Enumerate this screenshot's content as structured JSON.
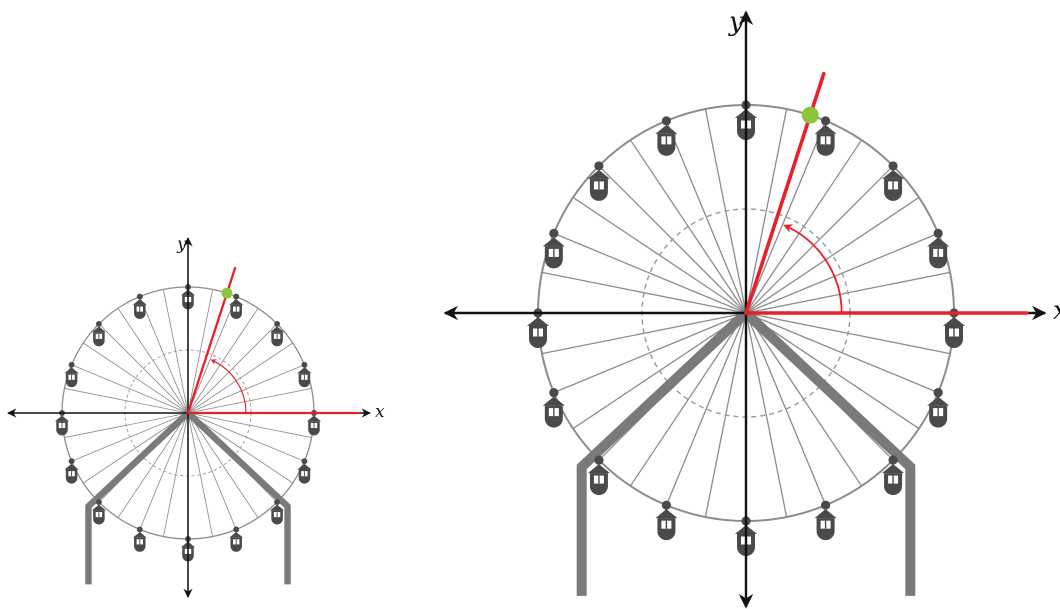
{
  "figures": [
    {
      "name": "small-ferris-wheel",
      "x_axis_label": "x",
      "y_axis_label": "y",
      "car_count": 16,
      "spoke_count": 32,
      "rider_angle_deg": 72
    },
    {
      "name": "large-ferris-wheel",
      "x_axis_label": "x",
      "y_axis_label": "y",
      "car_count": 16,
      "spoke_count": 32,
      "rider_angle_deg": 72
    }
  ],
  "colors": {
    "rim": "#8c8c8c",
    "spoke": "#8c8c8c",
    "support": "#7a7a7a",
    "car": "#4a4a4a",
    "axis": "#111111",
    "angle_ray": "#e8202a",
    "rider_marker": "#8cc43c",
    "inner_circle": "#9a9a9a"
  }
}
